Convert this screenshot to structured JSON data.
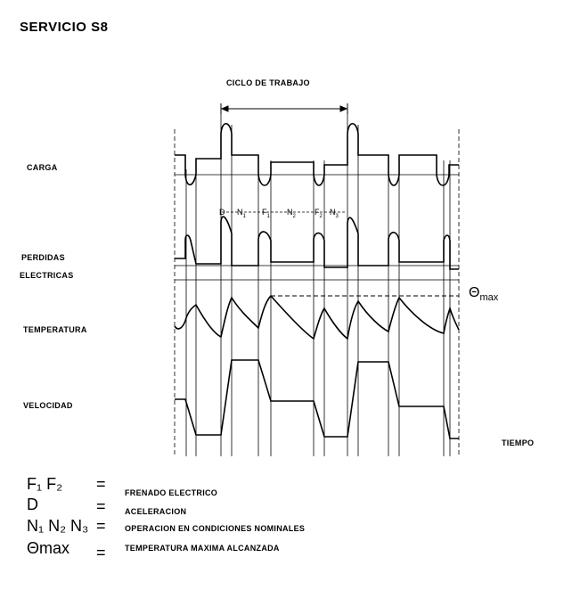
{
  "title": "SERVICIO S8",
  "cycle_label": "CICLO DE TRABAJO",
  "rows": {
    "carga": "CARGA",
    "perdidas_1": "PERDIDAS",
    "perdidas_2": "ELECTRICAS",
    "temperatura": "TEMPERATURA",
    "velocidad": "VELOCIDAD"
  },
  "time_label": "TIEMPO",
  "theta_max": {
    "base": "Θ",
    "sub": "max"
  },
  "segments": {
    "d": "D",
    "n1": {
      "base": "N",
      "sub": "1"
    },
    "f1": {
      "base": "F",
      "sub": "1"
    },
    "n2": {
      "base": "N",
      "sub": "2"
    },
    "f2": {
      "base": "F",
      "sub": "2"
    },
    "n3": {
      "base": "N",
      "sub": "3"
    }
  },
  "legend": [
    {
      "symbol": "F₁ F₂",
      "eq": "=",
      "text": "FRENADO ELECTRICO"
    },
    {
      "symbol": "D",
      "eq": "=",
      "text": "ACELERACION"
    },
    {
      "symbol": "N₁ N₂ N₃",
      "eq": "=",
      "text": "OPERACION EN CONDICIONES NOMINALES"
    },
    {
      "symbol": "Θmax",
      "eq": "=",
      "text": "TEMPERATURA MAXIMA ALCANZADA"
    }
  ]
}
